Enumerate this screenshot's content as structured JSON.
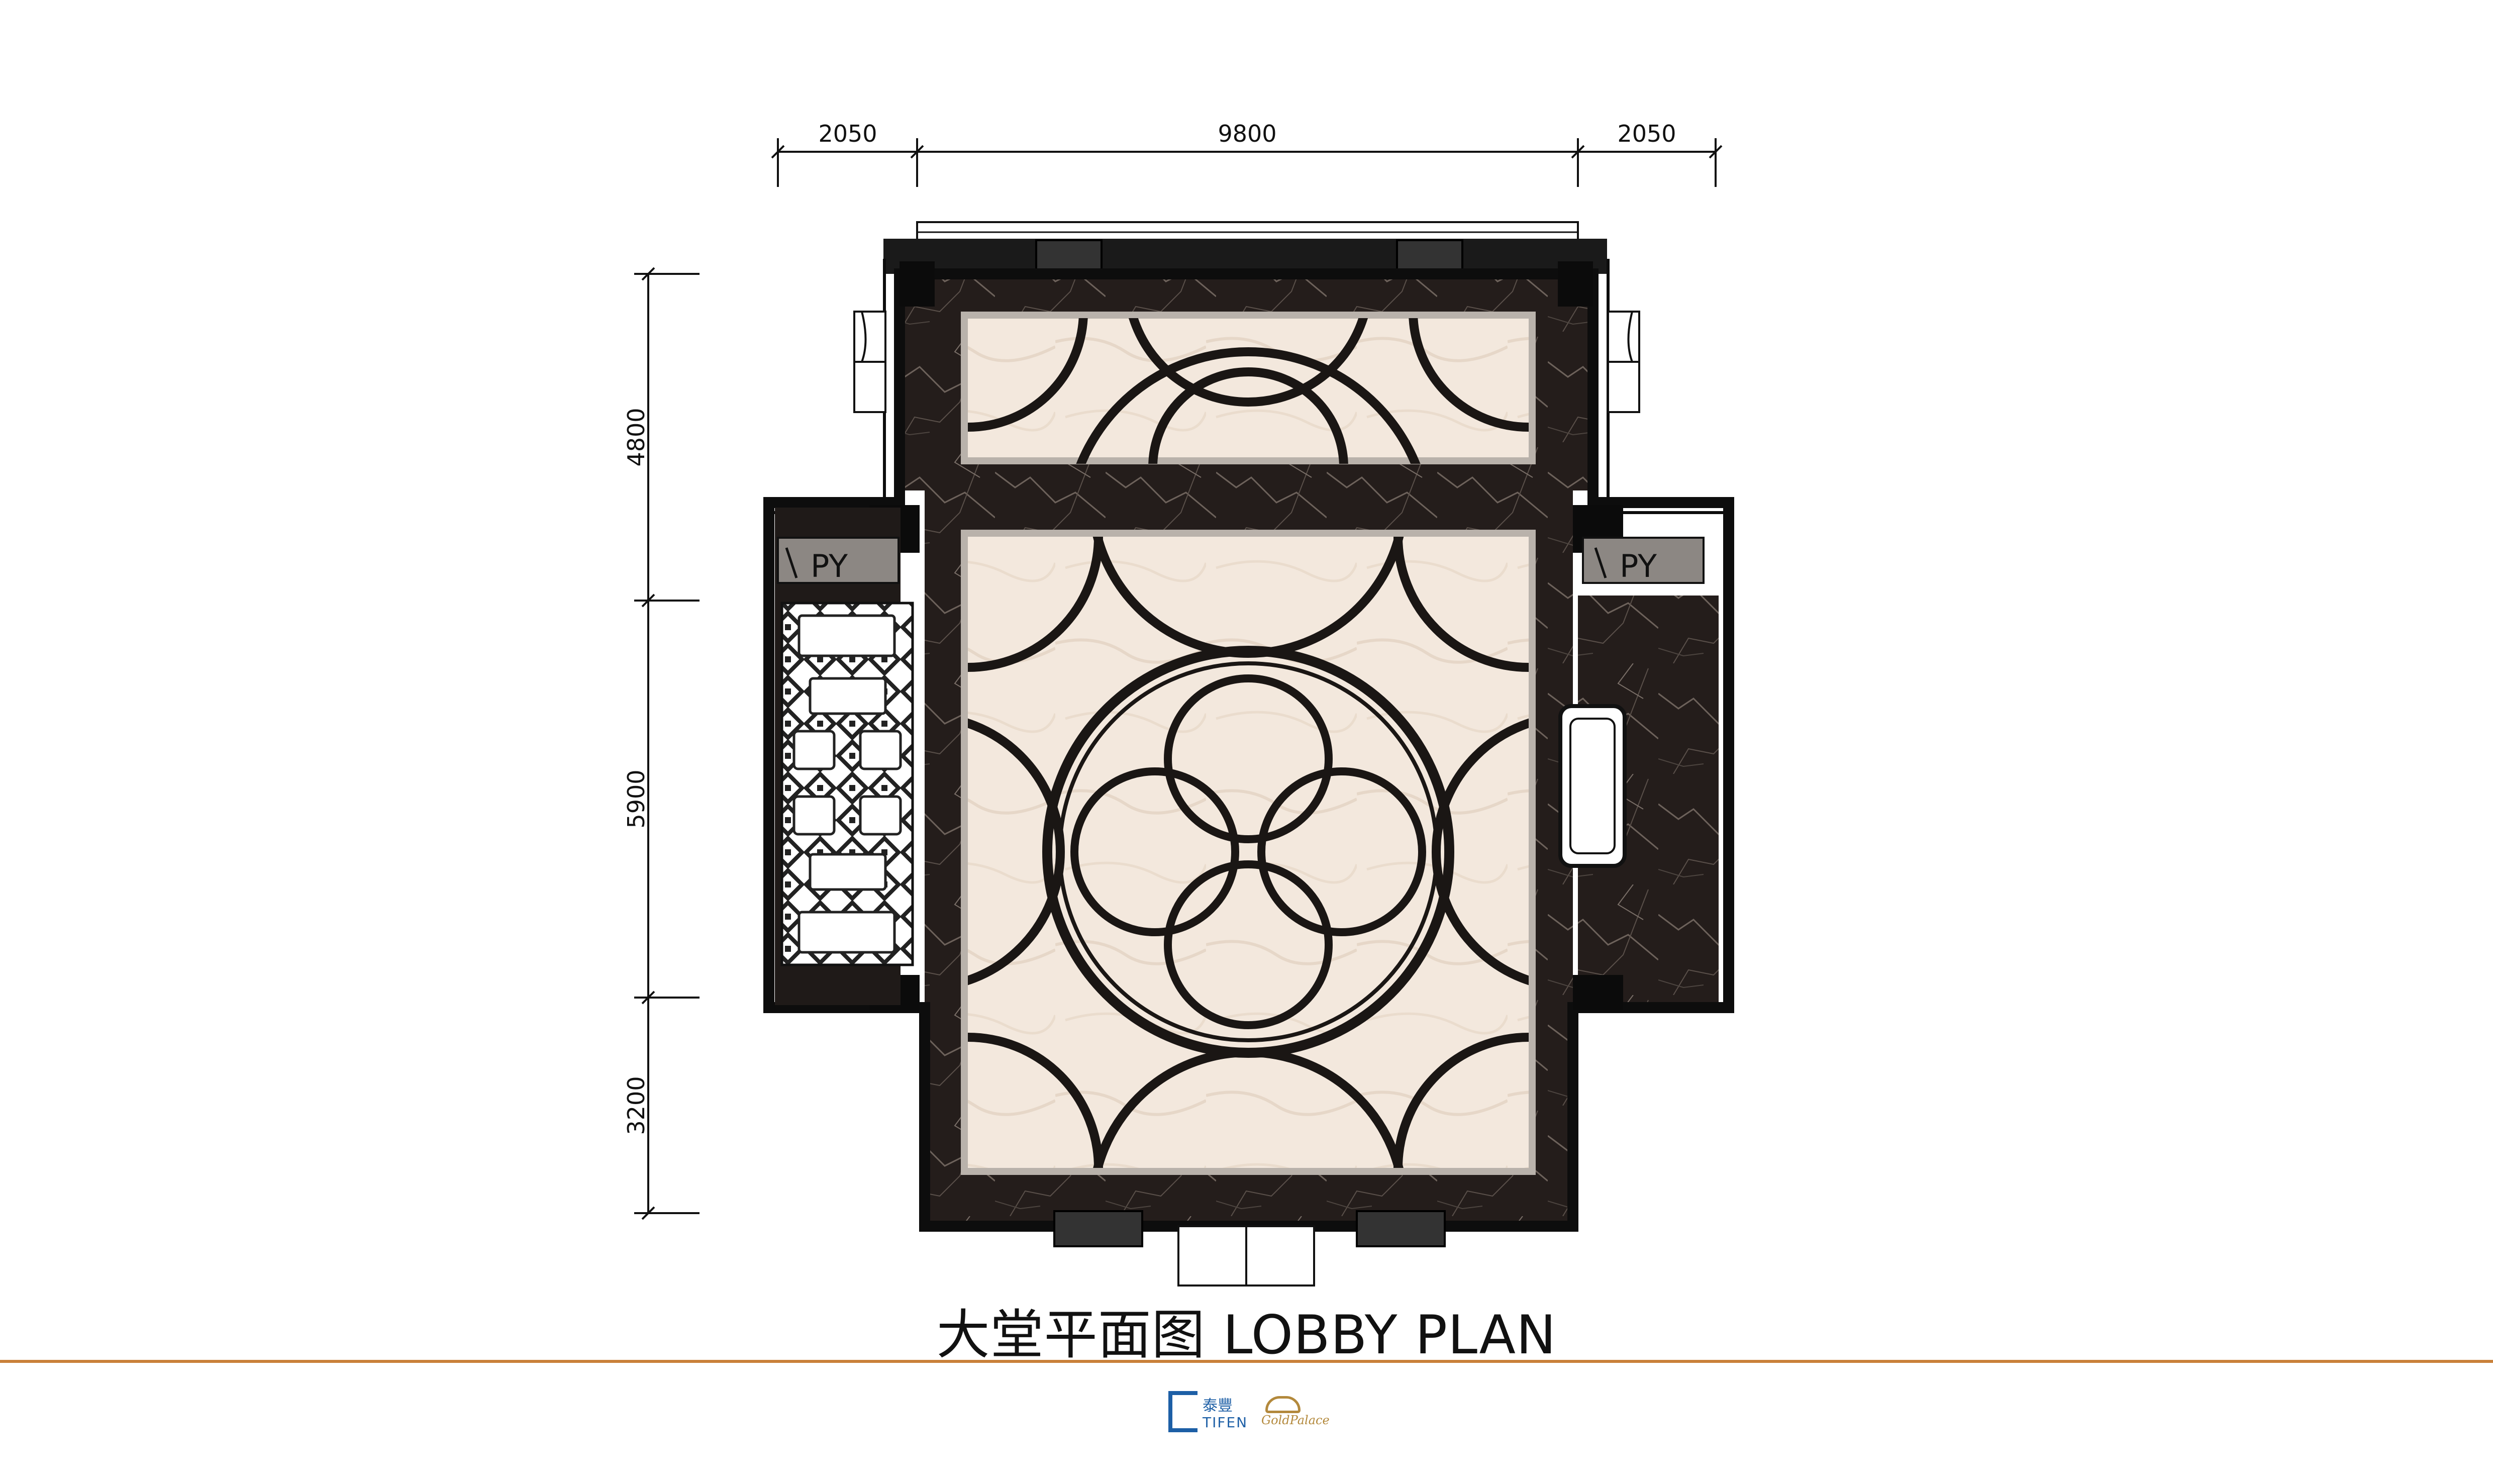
{
  "drawing": {
    "title": "大堂平面图 LOBBY PLAN",
    "horizontal_dimensions": [
      "2050",
      "9800",
      "2050"
    ],
    "vertical_dimensions": [
      "4800",
      "5900",
      "3200"
    ],
    "symbol_labels": [
      "PY",
      "PY"
    ]
  },
  "logos": {
    "left_cn": "泰豐",
    "left_en": "TIFEN",
    "right_script": "GoldPalace"
  },
  "colors": {
    "dark_marble": "#241d1b",
    "light_marble": "#f3e8dd",
    "border_strip": "#b9b2ab",
    "inlay": "#1a1614",
    "wall": "#0d0d0d",
    "accent_rule": "#c9803a"
  }
}
